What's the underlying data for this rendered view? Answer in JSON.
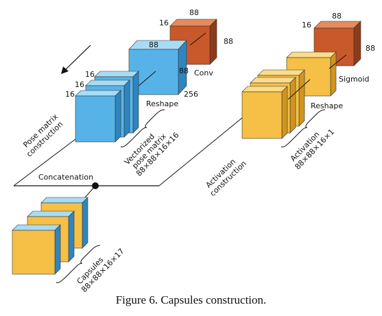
{
  "caption": "Figure 6. Capsules construction.",
  "colors": {
    "blue_front": "#57b3e7",
    "blue_top": "#a6dcf6",
    "blue_side": "#2e86c0",
    "orange_front": "#c8592b",
    "orange_top": "#e58b5c",
    "orange_side": "#8e3b1a",
    "yellow_front": "#f6bf45",
    "yellow_top": "#fbdc8c",
    "yellow_side": "#d0951e",
    "line": "#111111"
  },
  "pose_branch": {
    "conv_block": {
      "dim_top": "88",
      "dim_left": "16",
      "dim_right": "88",
      "label": "Conv"
    },
    "reshape_block": {
      "dim_top": "88",
      "dim_side": "88",
      "dim_bottom": "256",
      "label": "Reshape"
    },
    "stack_dims": [
      "16",
      "16",
      "16"
    ],
    "stack_label": [
      "Vectorized",
      "pose matrix",
      "88×88×16×16"
    ],
    "branch_label": [
      "Pose matrix",
      "construction"
    ]
  },
  "activation_branch": {
    "conv_block": {
      "dim_top": "88",
      "dim_left": "16",
      "dim_right": "88",
      "label": "Sigmoid"
    },
    "reshape_label": "Reshape",
    "stack_label": [
      "Activation",
      "88×88×16×1"
    ],
    "branch_label": [
      "Activation",
      "construction"
    ]
  },
  "concat_label": "Concatenation",
  "capsules_label": [
    "Capsules",
    "88×88×16×17"
  ]
}
